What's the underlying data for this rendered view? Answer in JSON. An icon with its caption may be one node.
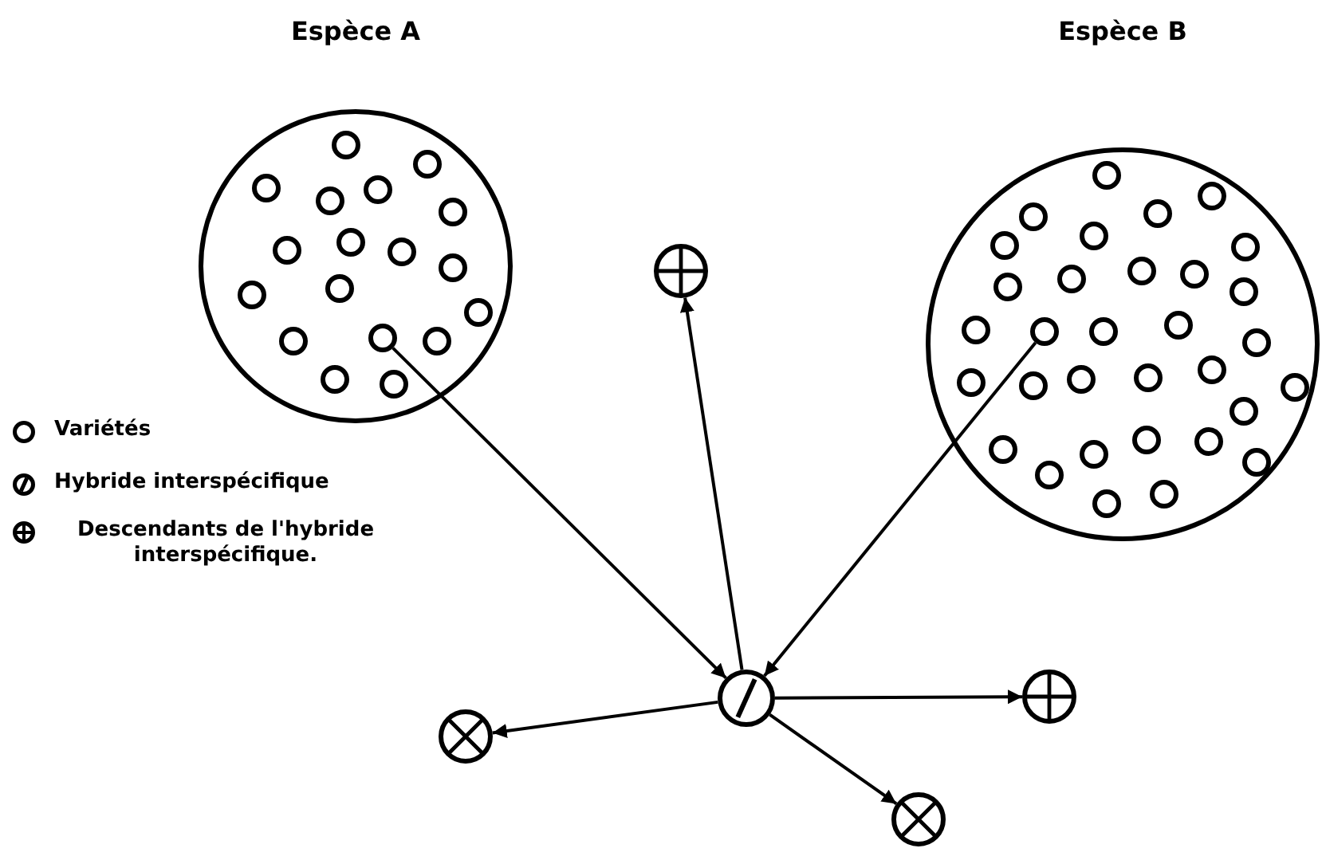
{
  "diagram": {
    "nodes": [
      {
        "text": [
          "Espèce A"
        ]
      },
      {
        "text": [],
        "shape": "circle",
        "in": 0
      },
      {
        "text": [],
        "shape": "circle",
        "in": 0
      },
      {
        "text": [],
        "shape": "circle",
        "in": 0
      },
      {
        "text": [],
        "shape": "circle",
        "in": 0
      },
      {
        "text": [],
        "shape": "circle",
        "in": 0
      },
      {
        "text": [],
        "shape": "circle",
        "in": 0
      },
      {
        "text": [],
        "shape": "circle",
        "in": 0
      },
      {
        "text": [],
        "shape": "circle",
        "in": 0
      },
      {
        "text": [],
        "shape": "circle",
        "in": 0
      },
      {
        "text": [],
        "shape": "circle",
        "in": 0
      },
      {
        "text": [],
        "shape": "circle",
        "in": 0
      },
      {
        "text": [],
        "shape": "circle",
        "in": 0
      },
      {
        "text": [],
        "shape": "circle",
        "in": 0
      },
      {
        "text": [],
        "shape": "circle",
        "in": 0
      },
      {
        "text": [],
        "shape": "circle",
        "in": 0
      },
      {
        "text": [],
        "shape": "circle",
        "in": 0
      },
      {
        "text": [],
        "shape": "circle",
        "in": 0
      },
      {
        "text": [],
        "shape": "circle",
        "in": 0
      },
      {
        "text": [
          "Espèce B"
        ]
      },
      {
        "text": [],
        "shape": "circle",
        "in": 19
      },
      {
        "text": [],
        "shape": "circle",
        "in": 19
      },
      {
        "text": [],
        "shape": "circle",
        "in": 19
      },
      {
        "text": [],
        "shape": "circle",
        "in": 19
      },
      {
        "text": [],
        "shape": "circle",
        "in": 19
      },
      {
        "text": [],
        "shape": "circle",
        "in": 19
      },
      {
        "text": [],
        "shape": "circle",
        "in": 19
      },
      {
        "text": [],
        "shape": "circle",
        "in": 19
      },
      {
        "text": [],
        "shape": "circle",
        "in": 19
      },
      {
        "text": [],
        "shape": "circle",
        "in": 19
      },
      {
        "text": [],
        "shape": "circle",
        "in": 19
      },
      {
        "text": [],
        "shape": "circle",
        "in": 19
      },
      {
        "text": [],
        "shape": "circle",
        "in": 19
      },
      {
        "text": [],
        "shape": "circle",
        "in": 19
      },
      {
        "text": [],
        "shape": "circle",
        "in": 19
      },
      {
        "text": [],
        "shape": "circle",
        "in": 19
      },
      {
        "text": [],
        "shape": "circle",
        "in": 19
      },
      {
        "text": [],
        "shape": "circle",
        "in": 19
      },
      {
        "text": [],
        "shape": "circle",
        "in": 19
      },
      {
        "text": [],
        "shape": "circle",
        "in": 19
      },
      {
        "text": [],
        "shape": "circle",
        "in": 19
      },
      {
        "text": [],
        "shape": "circle",
        "in": 19
      },
      {
        "text": [],
        "shape": "circle",
        "in": 19
      },
      {
        "text": [],
        "shape": "circle",
        "in": 19
      },
      {
        "text": [],
        "shape": "circle",
        "in": 19
      },
      {
        "text": [],
        "shape": "circle",
        "in": 19
      },
      {
        "text": [],
        "shape": "circle",
        "in": 19
      },
      {
        "text": [],
        "shape": "circle",
        "in": 19
      },
      {
        "text": [],
        "shape": "circle",
        "in": 19
      },
      {
        "text": [],
        "shape": "circle",
        "in": 19
      },
      {
        "text": [],
        "shape": "circle",
        "in": 19
      },
      {
        "text": [],
        "shape": "circle",
        "in": 19
      },
      {
        "text": [],
        "shape": "circle"
      },
      {
        "text": [],
        "shape": "circle"
      },
      {
        "text": [],
        "shape": "circle"
      },
      {
        "text": [],
        "shape": "circle"
      },
      {
        "text": [],
        "shape": "circle"
      }
    ],
    "edges": [
      {
        "from": 14,
        "to": 52,
        "arrow": "to"
      },
      {
        "from": 34,
        "to": 52,
        "arrow": "to"
      },
      {
        "from": 52,
        "to": 53,
        "arrow": "to"
      },
      {
        "from": 52,
        "to": 54,
        "arrow": "to"
      },
      {
        "from": 52,
        "to": 55,
        "arrow": "to"
      },
      {
        "from": 52,
        "to": 56,
        "arrow": "to"
      }
    ],
    "legend": [
      {
        "text": "Variétés"
      },
      {
        "text": "Hybride interspécifique"
      },
      {
        "text": "Descendants de l'hybride interspécifique."
      }
    ]
  }
}
